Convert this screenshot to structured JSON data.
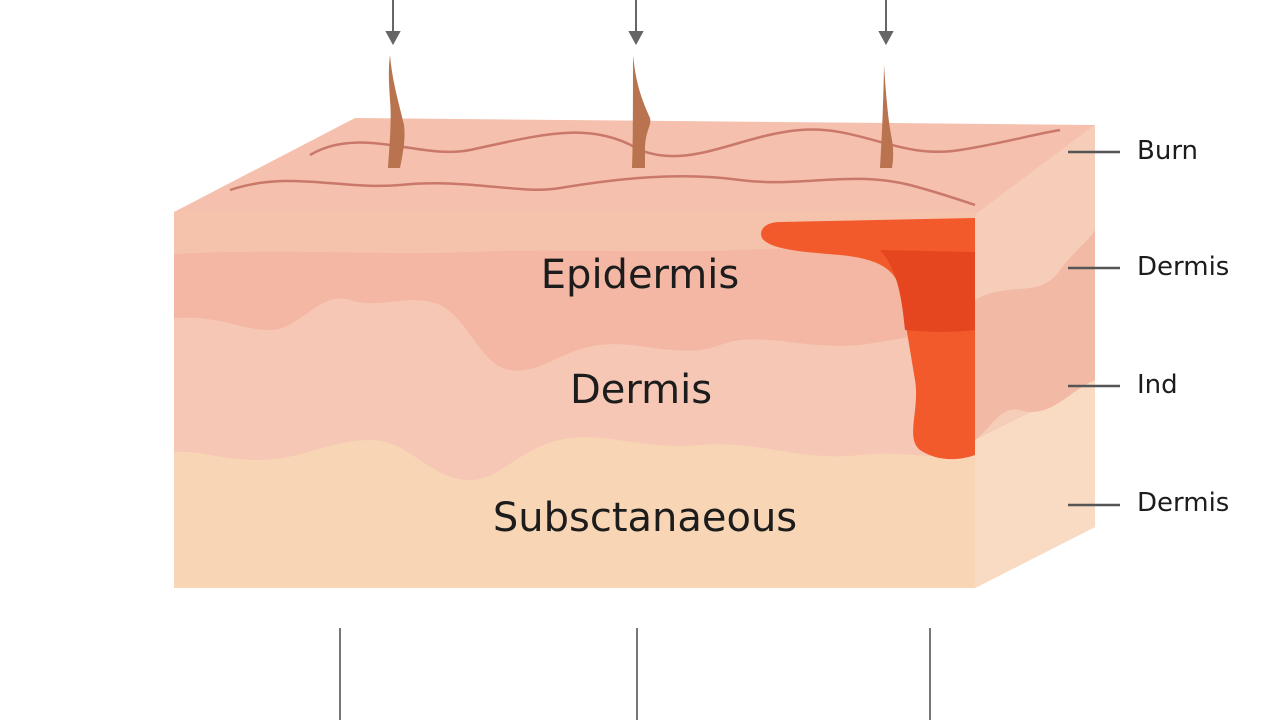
{
  "layers": {
    "epidermis": "Epidermis",
    "dermis": "Dermis",
    "subcutaneous": "Subsctanaeous"
  },
  "callouts": [
    {
      "label": "Burn"
    },
    {
      "label": "Dermis"
    },
    {
      "label": "Ind"
    },
    {
      "label": "Dermis"
    }
  ],
  "colors": {
    "epidermis": "#f3b7a4",
    "dermis": "#f6c7b4",
    "subcutaneous": "#f8d5b4",
    "burn": "#f2592b",
    "hair": "#b9734f",
    "leader_line": "#555555"
  }
}
